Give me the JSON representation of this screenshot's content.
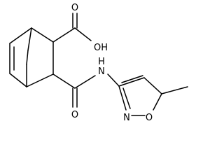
{
  "molecule": {
    "atoms": {
      "hydroxyl": "OH",
      "carboxyl_oxygen": "O",
      "amide_nitrogen_h": "H",
      "amide_nitrogen": "N",
      "amide_oxygen": "O",
      "ring_nitrogen": "N",
      "ring_oxygen": "O"
    }
  },
  "colors": {
    "bond": "#000000",
    "label": "#000000",
    "background": "#ffffff"
  }
}
